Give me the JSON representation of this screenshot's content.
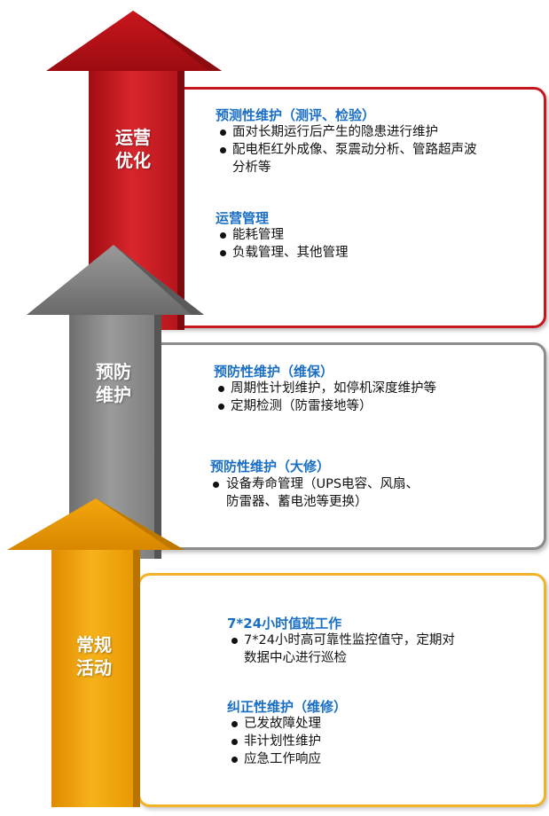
{
  "colors": {
    "red": "#c8161d",
    "gray": "#8c8c8c",
    "orange": "#f2a60c",
    "heading_blue": "#1a6fc4"
  },
  "tiers": {
    "ops": {
      "label_line1": "运营",
      "label_line2": "优化",
      "sections": [
        {
          "title": "预测性维护（测评、检验）",
          "items": [
            [
              "面对长期运行后产生的隐患进行维护"
            ],
            [
              "配电柜红外成像、泵震动分析、管路超声波",
              "分析等"
            ]
          ]
        },
        {
          "title": "运营管理",
          "items": [
            [
              "能耗管理"
            ],
            [
              "负载管理、其他管理"
            ]
          ]
        }
      ]
    },
    "prev": {
      "label_line1": "预防",
      "label_line2": "维护",
      "sections": [
        {
          "title": "预防性维护（维保）",
          "items": [
            [
              "周期性计划维护，如停机深度维护等"
            ],
            [
              "定期检测（防雷接地等）"
            ]
          ]
        },
        {
          "title": "预防性维护（大修）",
          "items": [
            [
              "设备寿命管理（UPS电容、风扇、",
              "防雷器、蓄电池等更换）"
            ]
          ]
        }
      ]
    },
    "routine": {
      "label_line1": "常规",
      "label_line2": "活动",
      "sections": [
        {
          "title": "7*24小时值班工作",
          "items": [
            [
              "7*24小时高可靠性监控值守，定期对",
              "数据中心进行巡检"
            ]
          ]
        },
        {
          "title": "纠正性维护（维修）",
          "items": [
            [
              "已发故障处理"
            ],
            [
              "非计划性维护"
            ],
            [
              "应急工作响应"
            ]
          ]
        }
      ]
    }
  }
}
